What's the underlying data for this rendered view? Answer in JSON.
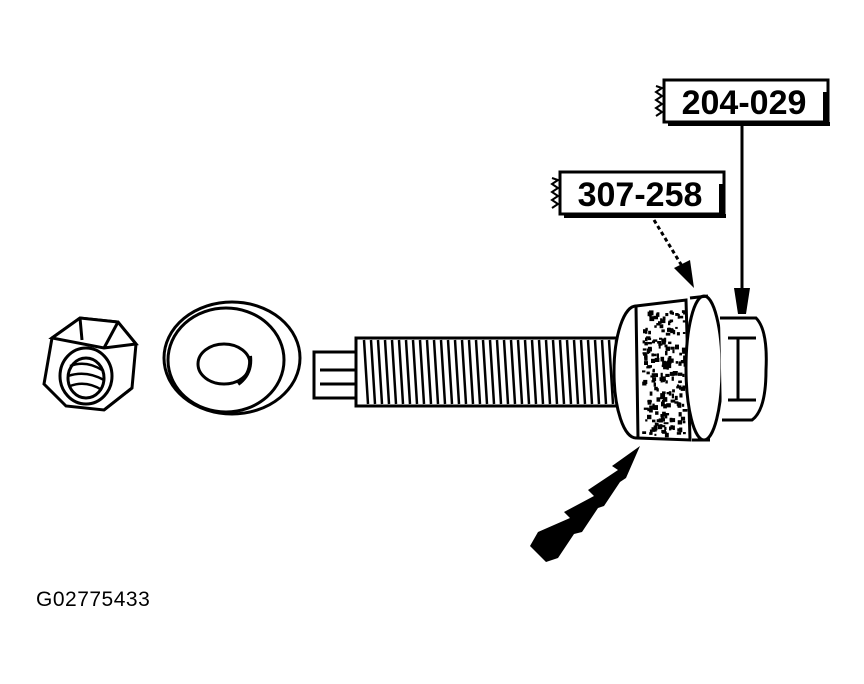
{
  "figure": {
    "callouts": [
      {
        "label": "204-029"
      },
      {
        "label": "307-258"
      }
    ],
    "figure_id": "G02775433"
  }
}
